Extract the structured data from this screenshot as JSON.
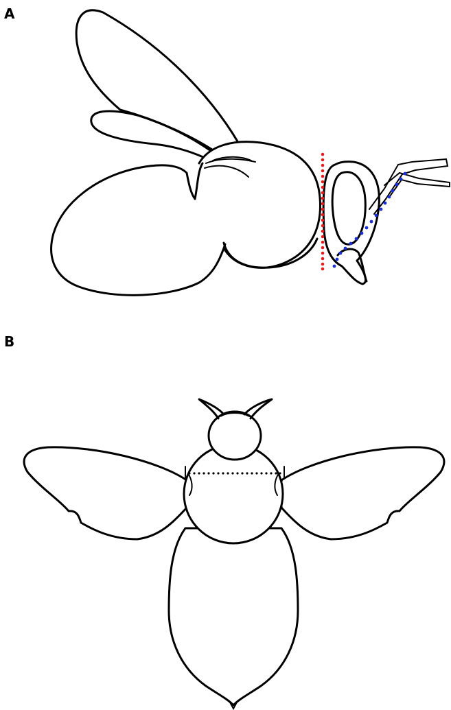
{
  "panels": [
    {
      "id": "A",
      "label": "A"
    },
    {
      "id": "B",
      "label": "B"
    }
  ],
  "colors": {
    "outline": "#000000",
    "measure_line_lateral": "#e02020",
    "measure_curve_head": "#1a2fd6",
    "measure_line_dorsal": "#000000",
    "background": "#ffffff"
  }
}
